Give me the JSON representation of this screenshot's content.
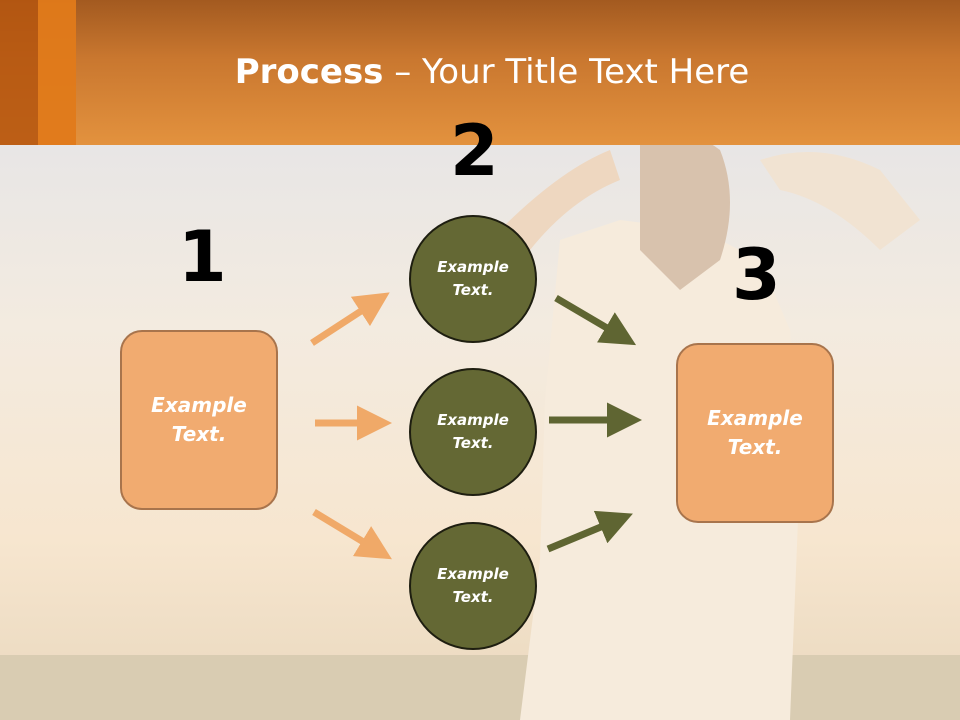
{
  "slide": {
    "title_bold": "Process",
    "title_rest": " – Your Title Text Here",
    "steps": [
      "1",
      "2",
      "3"
    ],
    "box_left_text": "Example\nText.",
    "box_right_text": "Example\nText.",
    "circles": [
      "Example\nText.",
      "Example\nText.",
      "Example\nText."
    ]
  },
  "colors": {
    "header": "#e3923e",
    "box_fill": "#f1ab70",
    "circle_fill": "#646834",
    "arrow_orange": "#f0a968",
    "arrow_olive": "#5f6532"
  }
}
